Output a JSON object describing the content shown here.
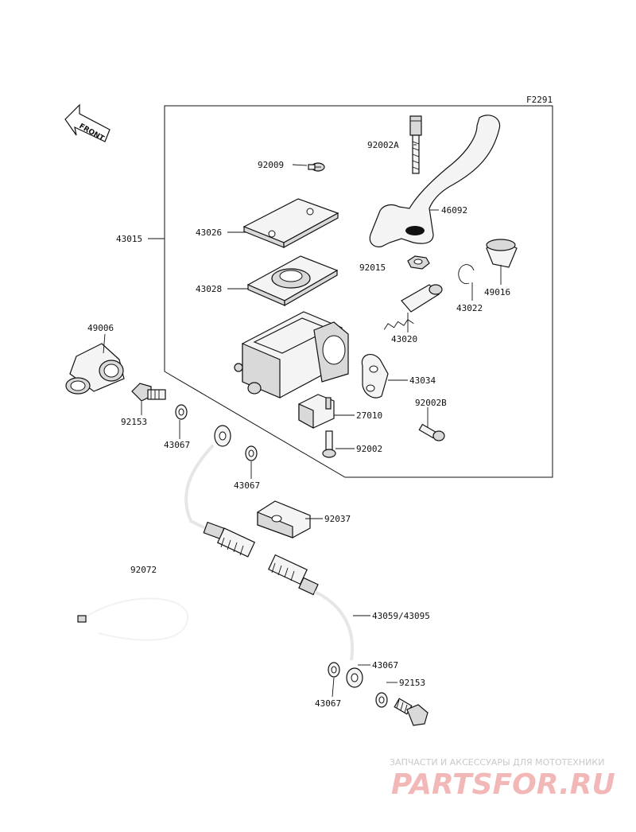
{
  "diagram_code": "F2291",
  "front_label": "FRONT",
  "callouts": {
    "p92002A": "92002A",
    "p92009": "92009",
    "p46092": "46092",
    "p43026": "43026",
    "p43015": "43015",
    "p92015": "92015",
    "p43028": "43028",
    "p49016": "49016",
    "p43022": "43022",
    "p49006": "49006",
    "p43020": "43020",
    "p43034": "43034",
    "p92002B": "92002B",
    "p92153a": "92153",
    "p27010": "27010",
    "p43067a": "43067",
    "p92002": "92002",
    "p43067b": "43067",
    "p92037": "92037",
    "p92072": "92072",
    "p43059": "43059/43095",
    "p43067c": "43067",
    "p92153b": "92153",
    "p43067d": "43067"
  },
  "watermark": {
    "tagline": "ЗАПЧАСТИ И АКСЕССУАРЫ ДЛЯ МОТОТЕХНИКИ",
    "logo": "PARTSFOR.RU",
    "logo_color": "#e06a6a"
  }
}
